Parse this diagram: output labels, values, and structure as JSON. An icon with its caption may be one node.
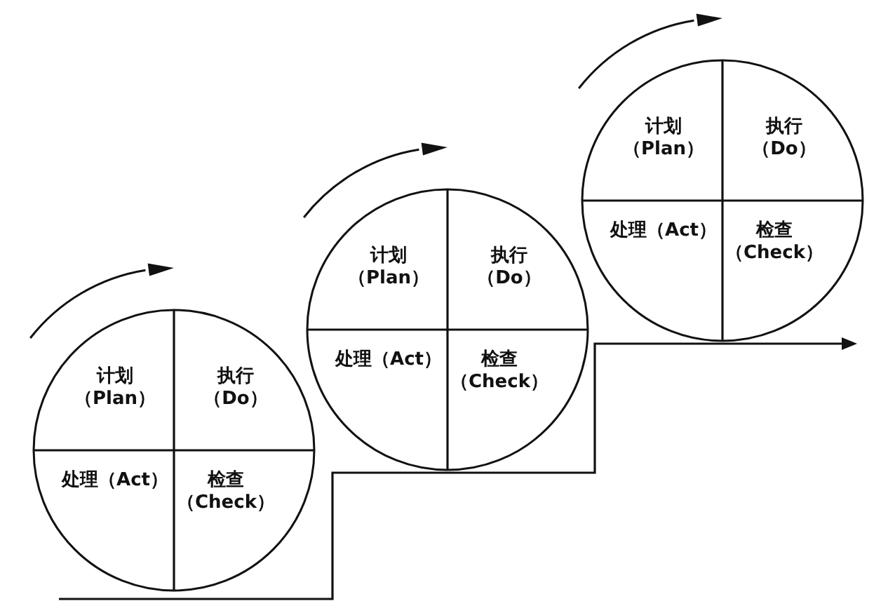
{
  "diagram": {
    "nodes": [
      {
        "text": [
          "计划（Plan）",
          "执行（Do）",
          "处理（Act）",
          "检查（Check）"
        ]
      },
      {
        "text": [
          "计划（Plan）",
          "执行（Do）",
          "处理（Act）",
          "检查（Check）"
        ]
      },
      {
        "text": [
          "计划（Plan）",
          "执行（Do）",
          "处理（Act）",
          "检查（Check）"
        ]
      }
    ]
  }
}
